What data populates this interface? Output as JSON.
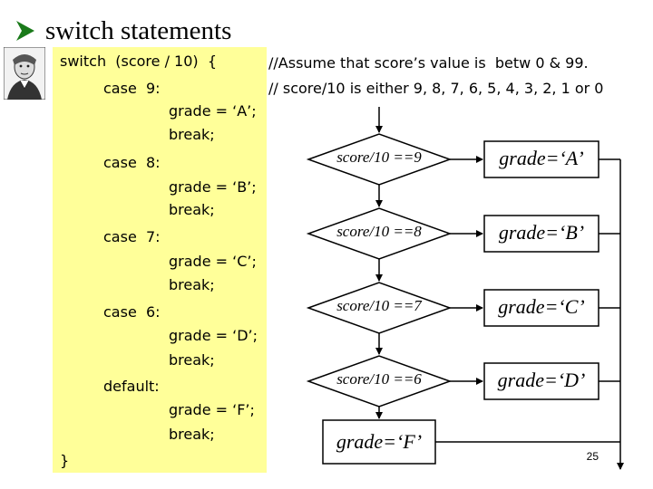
{
  "slide": {
    "title": "switch statements",
    "page_number": "25"
  },
  "code": {
    "lines": [
      "switch  (score / 10)  {",
      "case  9:",
      "grade = ‘A’;",
      "break;",
      "case  8:",
      "grade = ‘B’;",
      "break;",
      "case  7:",
      "grade = ‘C’;",
      "break;",
      "case  6:",
      "grade = ‘D’;",
      "break;",
      "default:",
      "grade = ‘F’;",
      "break;",
      "}"
    ]
  },
  "comments": {
    "line1": "//Assume that score’s value is  betw 0 & 99.",
    "line2": "// score/10 is either 9, 8, 7, 6, 5, 4, 3, 2, 1 or 0"
  },
  "flowchart": {
    "conditions": [
      "score/10 ==9",
      "score/10 ==8",
      "score/10 ==7",
      "score/10 ==6"
    ],
    "actions": [
      "grade=‘A’",
      "grade=‘B’",
      "grade=‘C’",
      "grade=‘D’"
    ],
    "default_action": "grade=‘F’"
  },
  "colors": {
    "code_background": "#ffff99",
    "title_arrow": "#1a7a1a"
  }
}
